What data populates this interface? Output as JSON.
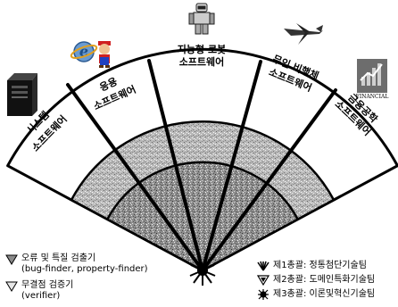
{
  "sectors": [
    {
      "line1": "시스템",
      "line2": "소프트웨어",
      "icon": "server-tower-icon"
    },
    {
      "line1": "응용",
      "line2": "소프트웨어",
      "icon": "app-ie-mario-icon"
    },
    {
      "line1": "지능형 로봇",
      "line2": "소프트웨어",
      "icon": "robot-icon"
    },
    {
      "line1": "무인 비행체",
      "line2": "소프트웨어",
      "icon": "drone-icon"
    },
    {
      "line1": "금융공학",
      "line2": "소프트웨어",
      "icon": "financial-chart-icon"
    }
  ],
  "financial_icon_text": "FINANCIAL",
  "legend_left": [
    {
      "line1": "오류 및 특질 검출기",
      "line2": "(bug-finder, property-finder)",
      "shape": "triangle-dark"
    },
    {
      "line1": "무결점 검증기",
      "line2": "(verifier)",
      "shape": "triangle-light"
    }
  ],
  "legend_right": [
    {
      "label": "제1총괄: 정통첨단기술팀",
      "shape": "burst-1"
    },
    {
      "label": "제2총괄: 도메인특화기술팀",
      "shape": "burst-2"
    },
    {
      "label": "제3총괄: 이론및혁신기술팀",
      "shape": "burst-3"
    }
  ],
  "colors": {
    "inner_fill": "#8a8a8a",
    "middle_fill": "#b3b3b3",
    "outer_fill": "#ffffff",
    "lines": "#000000"
  }
}
